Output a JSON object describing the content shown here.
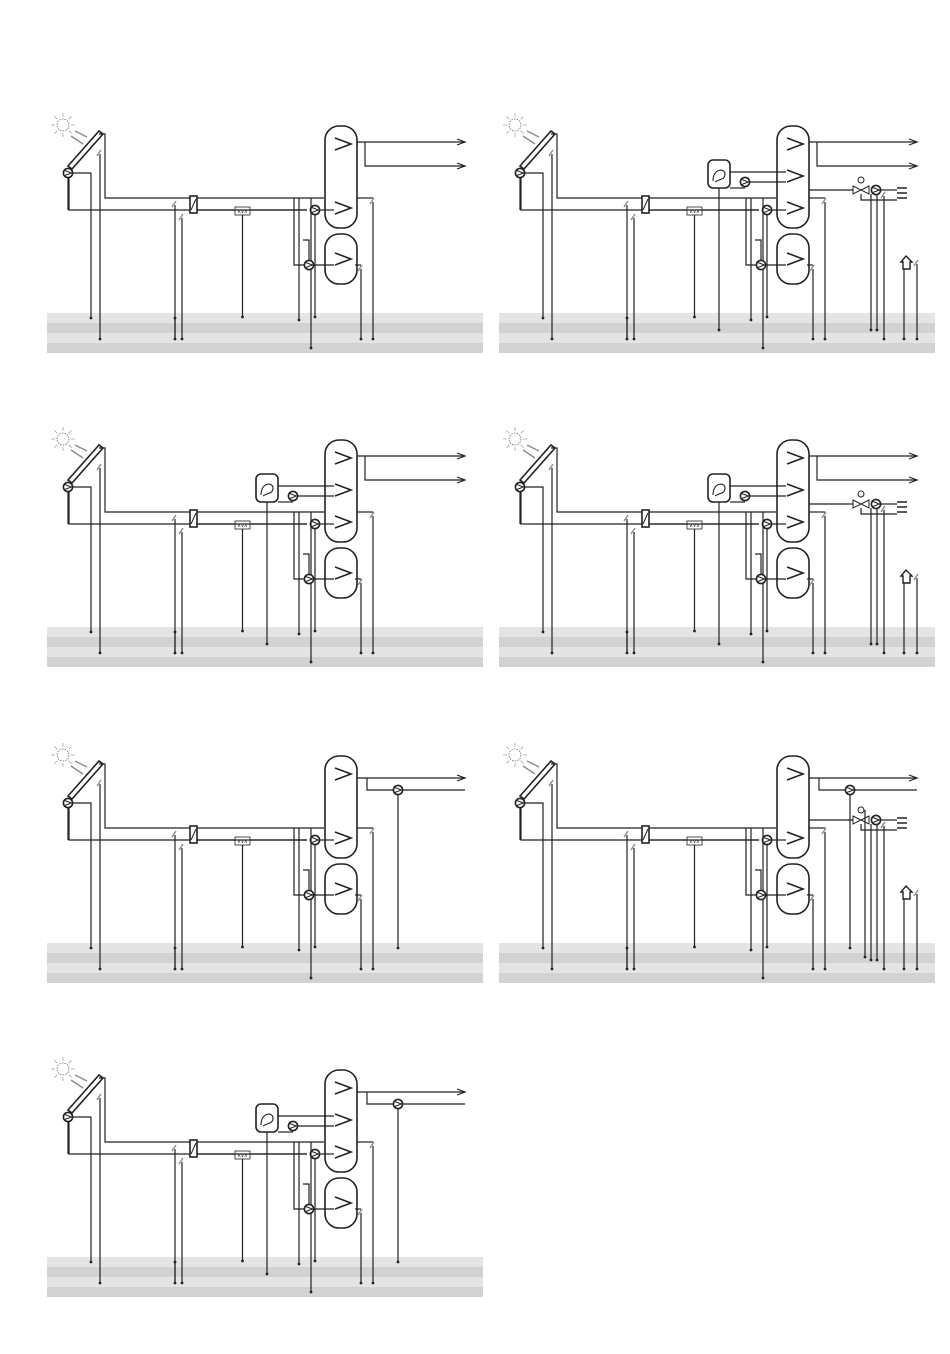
{
  "panels": [
    {
      "id": "schematic-1",
      "extras": [],
      "controller_symbol": "∧∨∧"
    },
    {
      "id": "schematic-2",
      "extras": [
        "boiler",
        "mixer-circuit",
        "house"
      ],
      "controller_symbol": "∧∨∧"
    },
    {
      "id": "schematic-3",
      "extras": [
        "boiler"
      ],
      "controller_symbol": "∧∨∧"
    },
    {
      "id": "schematic-4",
      "extras": [
        "boiler",
        "mixer-circuit",
        "house"
      ],
      "controller_symbol": "∧∨∧"
    },
    {
      "id": "schematic-5",
      "extras": [
        "circulation-pump"
      ],
      "controller_symbol": "∧∨∧"
    },
    {
      "id": "schematic-6",
      "extras": [
        "circulation-pump",
        "mixer-circuit",
        "house"
      ],
      "controller_symbol": "∧∨∧"
    },
    {
      "id": "schematic-7",
      "extras": [
        "boiler",
        "circulation-pump"
      ],
      "controller_symbol": "∧∨∧"
    }
  ],
  "colors": {
    "line": "#222222",
    "sensor": "#8a8a8a",
    "band_light": "#e4e4e4",
    "band_mid": "#d2d2d2"
  },
  "icons": [
    "sun-icon",
    "collector-icon",
    "pump-icon",
    "heat-exchanger-icon",
    "controller-icon",
    "tank-icon",
    "boiler-icon",
    "mixer-valve-icon",
    "radiator-icon",
    "house-icon"
  ]
}
